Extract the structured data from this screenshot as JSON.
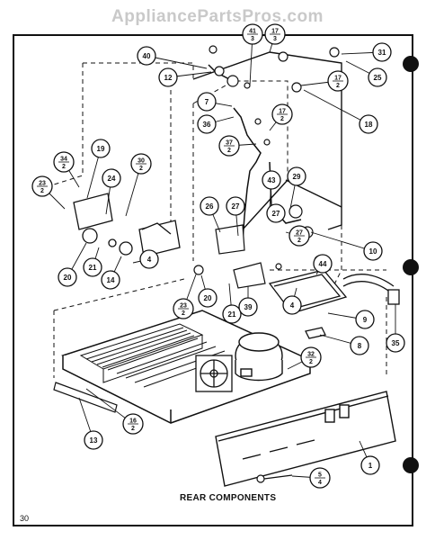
{
  "watermark": "AppliancePartsPros.com",
  "caption": "REAR COMPONENTS",
  "page_number": "30",
  "callouts": [
    {
      "id": "c40",
      "label": "40"
    },
    {
      "id": "c41",
      "label": "41",
      "sub": "3"
    },
    {
      "id": "c17a",
      "label": "17",
      "sub": "3"
    },
    {
      "id": "c31",
      "label": "31"
    },
    {
      "id": "c12",
      "label": "12"
    },
    {
      "id": "c17b",
      "label": "17",
      "sub": "2"
    },
    {
      "id": "c25",
      "label": "25"
    },
    {
      "id": "c7",
      "label": "7"
    },
    {
      "id": "c36",
      "label": "36"
    },
    {
      "id": "c17c",
      "label": "17",
      "sub": "2"
    },
    {
      "id": "c18",
      "label": "18"
    },
    {
      "id": "c37",
      "label": "37",
      "sub": "2"
    },
    {
      "id": "c19",
      "label": "19"
    },
    {
      "id": "c34",
      "label": "34",
      "sub": "2"
    },
    {
      "id": "c30",
      "label": "30",
      "sub": "2"
    },
    {
      "id": "c23a",
      "label": "23",
      "sub": "2"
    },
    {
      "id": "c24",
      "label": "24"
    },
    {
      "id": "c43",
      "label": "43"
    },
    {
      "id": "c29",
      "label": "29"
    },
    {
      "id": "c26",
      "label": "26"
    },
    {
      "id": "c27a",
      "label": "27"
    },
    {
      "id": "c27b",
      "label": "27"
    },
    {
      "id": "c10",
      "label": "10"
    },
    {
      "id": "c27c",
      "label": "27",
      "sub": "2"
    },
    {
      "id": "c20a",
      "label": "20"
    },
    {
      "id": "c21a",
      "label": "21"
    },
    {
      "id": "c14",
      "label": "14"
    },
    {
      "id": "c4a",
      "label": "4"
    },
    {
      "id": "c44",
      "label": "44"
    },
    {
      "id": "c23b",
      "label": "23",
      "sub": "2"
    },
    {
      "id": "c20b",
      "label": "20"
    },
    {
      "id": "c21b",
      "label": "21"
    },
    {
      "id": "c39",
      "label": "39"
    },
    {
      "id": "c4b",
      "label": "4"
    },
    {
      "id": "c9",
      "label": "9"
    },
    {
      "id": "c8",
      "label": "8"
    },
    {
      "id": "c35",
      "label": "35"
    },
    {
      "id": "c32",
      "label": "32",
      "sub": "2"
    },
    {
      "id": "c16",
      "label": "16",
      "sub": "2"
    },
    {
      "id": "c13",
      "label": "13"
    },
    {
      "id": "c1",
      "label": "1"
    },
    {
      "id": "c5",
      "label": "5",
      "sub": "4"
    }
  ]
}
